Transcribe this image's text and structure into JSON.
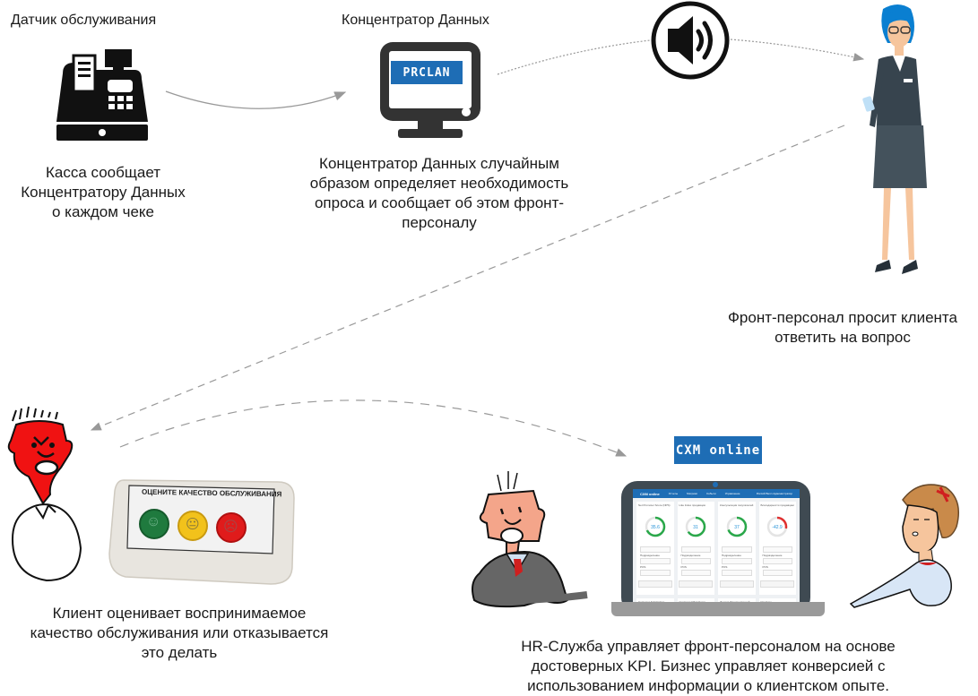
{
  "steps": {
    "sensor": {
      "title": "Датчик обслуживания",
      "caption": "Касса сообщает\nКонцентратору Данных\nо каждом чеке",
      "icon": "cash-register-icon"
    },
    "hub": {
      "title": "Концентратор Данных",
      "logo_text": "PRϹLAN",
      "caption": "Концентратор Данных случайным\nобразом определяет необходимость\nопроса и сообщает об этом фронт-\nперсоналу",
      "icon": "monitor-icon"
    },
    "alert": {
      "icon": "speaker-icon"
    },
    "staff": {
      "caption": "Фронт-персонал просит клиента\nответить на вопрос",
      "icon": "staff-woman-illustration"
    },
    "client": {
      "caption": "Клиент оценивает воспринимаемое\nкачество обслуживания или отказывается\nэто делать",
      "device_label": "ОЦЕНИТЕ КАЧЕСТВО ОБСЛУЖИВАНИЯ",
      "buttons": [
        {
          "mood": "happy",
          "color": "#1f7a3e"
        },
        {
          "mood": "neutral",
          "color": "#f2c21b"
        },
        {
          "mood": "sad",
          "color": "#e01b1b"
        }
      ]
    },
    "management": {
      "brand": "CXM online",
      "caption": "HR-Служба управляет фронт-персоналом на основе\nдостоверных KPI. Бизнес управляет конверсией с\nиспользованием информации о клиентском опыте.",
      "dashboard": {
        "menu": [
          "Отчеты",
          "Метрики",
          "Событи",
          "Управление"
        ],
        "user": "Россий Велл Администратор",
        "cards": [
          {
            "title": "Net Promoter Score (NPS)",
            "value": "35.6",
            "color": "#2aa84a",
            "fraction": 0.68
          },
          {
            "title": "Like Index продавцов",
            "value": "31",
            "color": "#2aa84a",
            "fraction": 0.65
          },
          {
            "title": "Консультация покупателей",
            "value": "37",
            "color": "#2aa84a",
            "fraction": 0.69
          },
          {
            "title": "Благодарности продавцам",
            "value": "-42.9",
            "color": "#e03030",
            "fraction": 0.28
          }
        ],
        "cards_row2": [
          {
            "title": "Customer Satisfaction Index (CSI)",
            "color": "#2aa84a"
          },
          {
            "title": "Customer Effort Score (CES)",
            "color": "#f2b81b"
          },
          {
            "title": "Индекс Эмоциональной Лояльности (ЕЛИ)",
            "color": "#f2b81b"
          },
          {
            "title": "Net Easy",
            "color": "#f2b81b"
          }
        ],
        "field_labels": [
          "За все время",
          "Подразделение",
          "Магазин на Садовом",
          "POS",
          "Все POS",
          "Подробная статистика"
        ]
      }
    }
  },
  "colors": {
    "brand_blue": "#1e6db5",
    "arrow_gray": "#999999",
    "icon_black": "#111111"
  }
}
